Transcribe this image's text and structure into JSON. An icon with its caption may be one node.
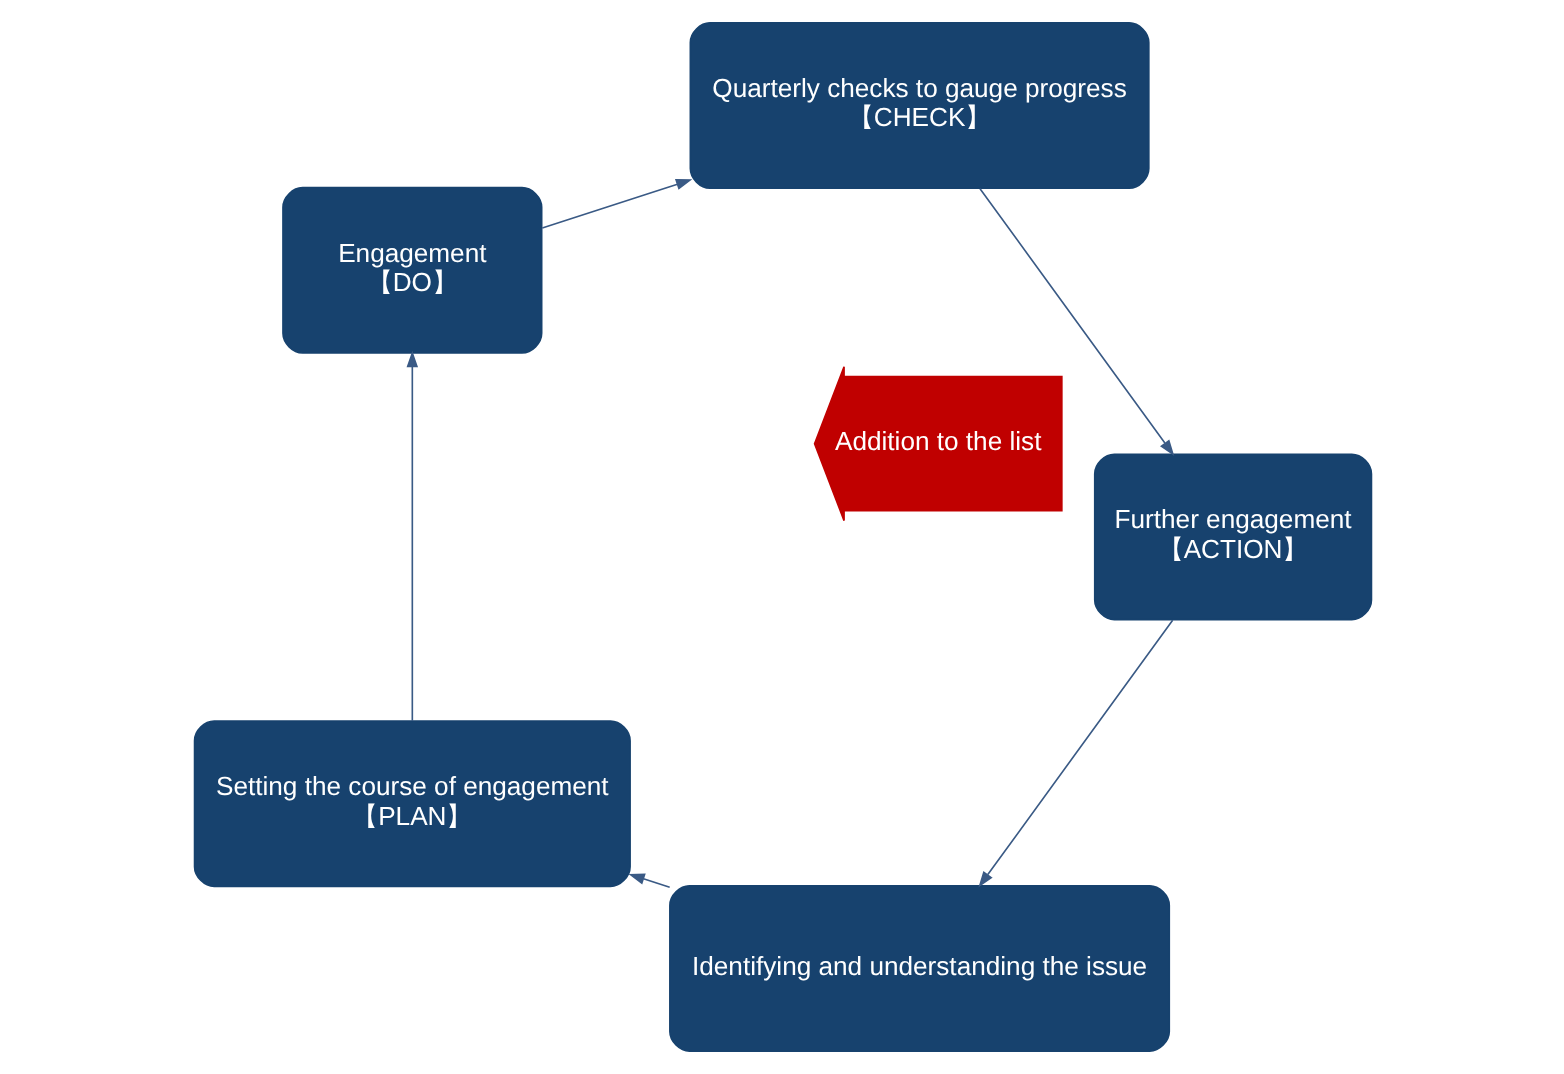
{
  "diagram": {
    "nodes": [
      {
        "text": [
          "Identifying and understanding the issue"
        ]
      },
      {
        "text": [
          "Setting the course of engagement",
          "【PLAN】"
        ]
      },
      {
        "text": [
          "Engagement",
          "【DO】"
        ]
      },
      {
        "text": [
          "Quarterly checks to gauge progress",
          "【CHECK】"
        ]
      },
      {
        "text": [
          "Further engagement",
          "【ACTION】"
        ]
      },
      {
        "text": [
          "Addition to the list"
        ]
      }
    ],
    "edges": [
      {
        "from": 0,
        "to": 1,
        "arrow": "to"
      },
      {
        "from": 1,
        "to": 2,
        "arrow": "to"
      },
      {
        "from": 2,
        "to": 3,
        "arrow": "to"
      },
      {
        "from": 3,
        "to": 4,
        "arrow": "to"
      },
      {
        "from": 4,
        "to": 0,
        "arrow": "to"
      }
    ]
  }
}
